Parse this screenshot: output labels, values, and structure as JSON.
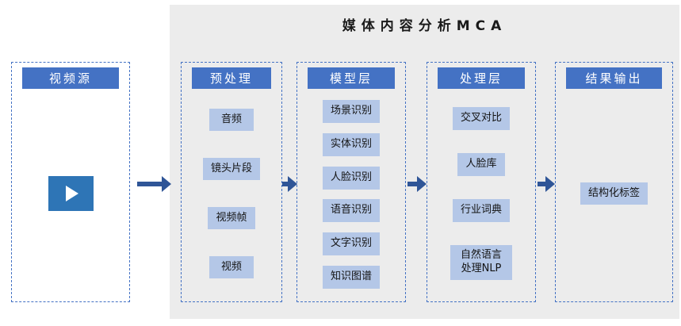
{
  "title": "媒体内容分析MCA",
  "diagram": {
    "source": {
      "header": "视频源"
    },
    "preprocess": {
      "header": "预处理",
      "items": [
        "音频",
        "镜头片段",
        "视频帧",
        "视频"
      ]
    },
    "model": {
      "header": "模型层",
      "items": [
        "场景识别",
        "实体识别",
        "人脸识别",
        "语音识别",
        "文字识别",
        "知识图谱"
      ]
    },
    "process": {
      "header": "处理层",
      "items": [
        "交叉对比",
        "人脸库",
        "行业词典",
        "自然语言处理NLP"
      ]
    },
    "output": {
      "header": "结果输出",
      "items": [
        "结构化标签"
      ]
    }
  },
  "icons": {
    "play": "play-icon",
    "flow_arrow": "arrow-right-icon"
  },
  "colors": {
    "header_bg": "#4472C4",
    "header_text": "#FFFFFF",
    "item_bg": "#B4C7E7",
    "item_text": "#141414",
    "dashed_border": "#4472C4",
    "arrow": "#2F5597",
    "panel_bg": "#ECECEC",
    "play_button_bg": "#2E75B6"
  }
}
